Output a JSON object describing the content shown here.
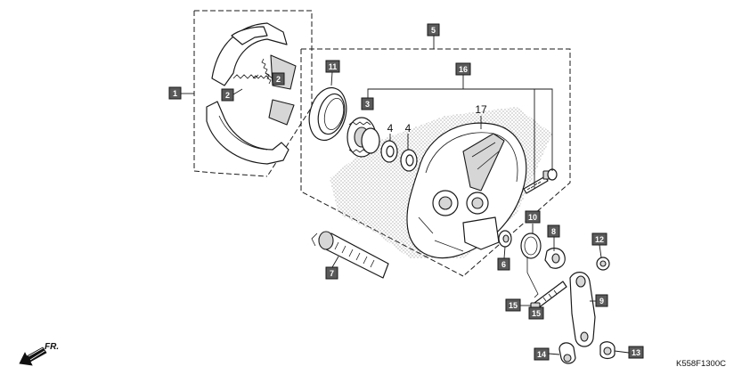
{
  "callouts": {
    "c1": "1",
    "c2a": "2",
    "c2b": "2",
    "c3": "3",
    "c4a": "4",
    "c4b": "4",
    "c5": "5",
    "c6": "6",
    "c7": "7",
    "c8": "8",
    "c9": "9",
    "c10": "10",
    "c11": "11",
    "c12": "12",
    "c13": "13",
    "c14": "14",
    "c15a": "15",
    "c15b": "15",
    "c16": "16",
    "c17": "17"
  },
  "direction_label": "FR.",
  "diagram_code": "K558F1300C"
}
